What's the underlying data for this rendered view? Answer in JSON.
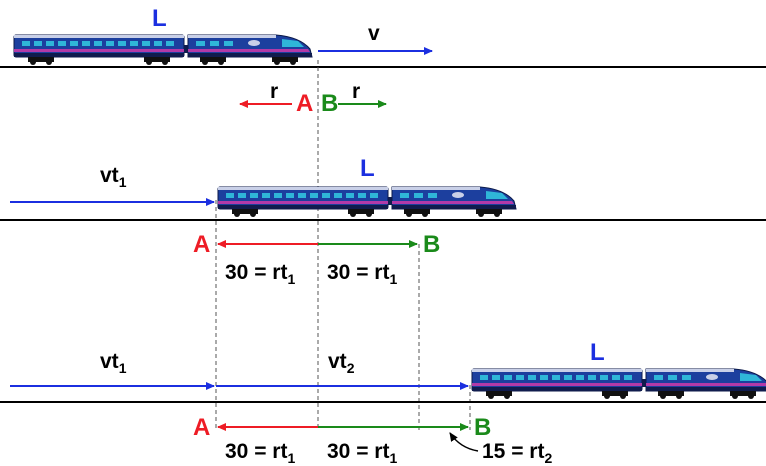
{
  "colors": {
    "blue": "#1b2fe0",
    "red": "#ee1c25",
    "green": "#1a8a1a",
    "black": "#000000",
    "train_body": "#1c3f9e",
    "train_dark": "#101c4e",
    "train_stripe": "#b23aa8",
    "train_window": "#2fb6d8"
  },
  "scene1": {
    "length_label": "L",
    "velocity_label": "v",
    "point_a": "A",
    "point_b": "B",
    "rate_left": "r",
    "rate_right": "r"
  },
  "scene2": {
    "distance_label": "vt",
    "distance_sub": "1",
    "length_label": "L",
    "point_a": "A",
    "point_b": "B",
    "left_eq": "30 = rt",
    "left_eq_sub": "1",
    "right_eq": "30 = rt",
    "right_eq_sub": "1"
  },
  "scene3": {
    "distance1_label": "vt",
    "distance1_sub": "1",
    "distance2_label": "vt",
    "distance2_sub": "2",
    "length_label": "L",
    "point_a": "A",
    "point_b": "B",
    "eq1": "30 = rt",
    "eq1_sub": "1",
    "eq2": "30 = rt",
    "eq2_sub": "1",
    "eq3": "15 = rt",
    "eq3_sub": "2"
  }
}
